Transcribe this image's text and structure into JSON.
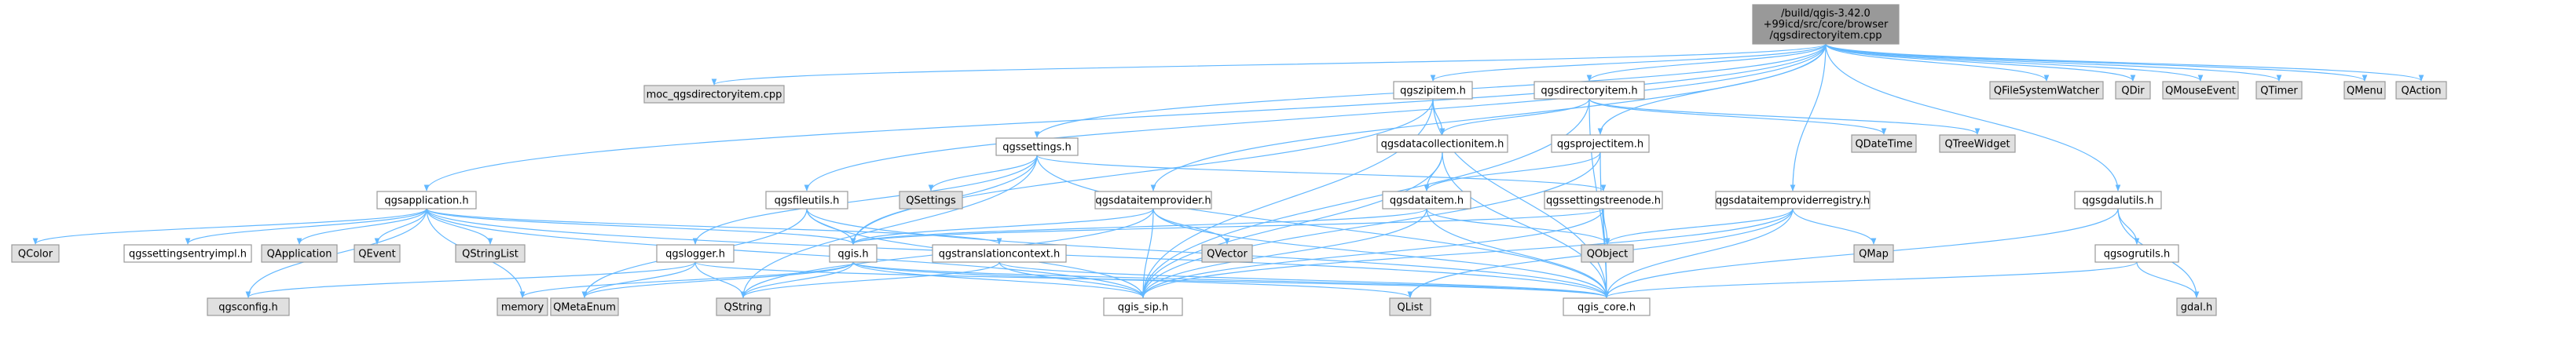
{
  "title_lines": [
    "/build/qgis-3.42.0",
    "+99icd/src/core/browser",
    "/qgsdirectoryitem.cpp"
  ],
  "colors": {
    "root_fill": "#999999",
    "doc_fill": "#ffffff",
    "sys_fill": "#e0e0e0",
    "incomplete_border": "#ff0000",
    "normal_border": "#999999",
    "edge": "#63b8ff"
  },
  "nodes": {
    "root": "/build/qgis-3.42.0 +99icd/src/core/browser /qgsdirectoryitem.cpp",
    "moc": "moc_qgsdirectoryitem.cpp",
    "qgsapplication": "qgsapplication.h",
    "qgsfileutils": "qgsfileutils.h",
    "qgssettings": "qgssettings.h",
    "qgsdataitemprovider": "qgsdataitemprovider.h",
    "qgszipitem": "qgszipitem.h",
    "qgsdatacollectionitem": "qgsdatacollectionitem.h",
    "qgsprojectitem": "qgsprojectitem.h",
    "qgsdirectoryitem": "qgsdirectoryitem.h",
    "qgsdataitemproviderregistry": "qgsdataitemproviderregistry.h",
    "qgsdataitem": "qgsdataitem.h",
    "qgssettingstreenode": "qgssettingstreenode.h",
    "qgsgdalutils": "qgsgdalutils.h",
    "qgsogrutils": "qgsogrutils.h",
    "qgslogger": "qgslogger.h",
    "qgis": "qgis.h",
    "qgstranslationcontext": "qgstranslationcontext.h",
    "qgis_sip": "qgis_sip.h",
    "qgis_core": "qgis_core.h",
    "qgsconfig": "qgsconfig.h",
    "qgssettingsentryimpl": "qgssettingsentryimpl.h",
    "QColor": "QColor",
    "QApplication": "QApplication",
    "QEvent": "QEvent",
    "QStringList": "QStringList",
    "memory": "memory",
    "QMetaEnum": "QMetaEnum",
    "QString": "QString",
    "QSettings": "QSettings",
    "QVector": "QVector",
    "QObject": "QObject",
    "QList": "QList",
    "QMap": "QMap",
    "QDateTime": "QDateTime",
    "QTreeWidget": "QTreeWidget",
    "QFileSystemWatcher": "QFileSystemWatcher",
    "QDir": "QDir",
    "QMouseEvent": "QMouseEvent",
    "QTimer": "QTimer",
    "QMenu": "QMenu",
    "QAction": "QAction",
    "gdal": "gdal.h"
  },
  "node_styles": {
    "root": "root",
    "qgsdataitem": "incomplete",
    "qgslogger": "incomplete",
    "qgis": "incomplete",
    "qgssettingsentryimpl": "incomplete",
    "qgsogrutils": "incomplete",
    "moc": "system",
    "qgsconfig": "system",
    "QColor": "system",
    "QApplication": "system",
    "QEvent": "system",
    "QStringList": "system",
    "memory": "system",
    "QMetaEnum": "system",
    "QString": "system",
    "QSettings": "system",
    "QVector": "system",
    "QObject": "system",
    "QList": "system",
    "QMap": "system",
    "QDateTime": "system",
    "QTreeWidget": "system",
    "QFileSystemWatcher": "system",
    "QDir": "system",
    "QMouseEvent": "system",
    "QTimer": "system",
    "QMenu": "system",
    "QAction": "system",
    "gdal": "system"
  },
  "edges": [
    [
      "root",
      "moc"
    ],
    [
      "root",
      "qgsapplication"
    ],
    [
      "root",
      "qgsfileutils"
    ],
    [
      "root",
      "qgssettings"
    ],
    [
      "root",
      "qgsdataitemprovider"
    ],
    [
      "root",
      "qgszipitem"
    ],
    [
      "root",
      "qgsprojectitem"
    ],
    [
      "root",
      "qgsdirectoryitem"
    ],
    [
      "root",
      "qgsdataitemproviderregistry"
    ],
    [
      "root",
      "qgsgdalutils"
    ],
    [
      "root",
      "QFileSystemWatcher"
    ],
    [
      "root",
      "QDir"
    ],
    [
      "root",
      "QMouseEvent"
    ],
    [
      "root",
      "QTimer"
    ],
    [
      "root",
      "QMenu"
    ],
    [
      "root",
      "QAction"
    ],
    [
      "qgsapplication",
      "QColor"
    ],
    [
      "qgsapplication",
      "qgssettingsentryimpl"
    ],
    [
      "qgsapplication",
      "QApplication"
    ],
    [
      "qgsapplication",
      "QEvent"
    ],
    [
      "qgsapplication",
      "QStringList"
    ],
    [
      "qgsapplication",
      "memory"
    ],
    [
      "qgsapplication",
      "qgsconfig"
    ],
    [
      "qgsapplication",
      "qgis"
    ],
    [
      "qgsapplication",
      "qgis_core"
    ],
    [
      "qgsapplication",
      "qgstranslationcontext"
    ],
    [
      "qgsapplication",
      "qgis_sip"
    ],
    [
      "qgsfileutils",
      "qgis"
    ],
    [
      "qgsfileutils",
      "QMetaEnum"
    ],
    [
      "qgsfileutils",
      "qgis_core"
    ],
    [
      "qgsfileutils",
      "qgis_sip"
    ],
    [
      "qgssettings",
      "QSettings"
    ],
    [
      "qgssettings",
      "qgis"
    ],
    [
      "qgssettings",
      "qgslogger"
    ],
    [
      "qgssettings",
      "qgssettingstreenode"
    ],
    [
      "qgssettings",
      "qgis_core"
    ],
    [
      "qgssettings",
      "QString"
    ],
    [
      "qgsdataitemprovider",
      "qgis"
    ],
    [
      "qgsdataitemprovider",
      "QVector"
    ],
    [
      "qgsdataitemprovider",
      "qgis_sip"
    ],
    [
      "qgsdataitemprovider",
      "qgis_core"
    ],
    [
      "qgsdataitemprovider",
      "QString"
    ],
    [
      "qgszipitem",
      "qgsdatacollectionitem"
    ],
    [
      "qgszipitem",
      "qgis"
    ],
    [
      "qgszipitem",
      "qgis_core"
    ],
    [
      "qgszipitem",
      "qgis_sip"
    ],
    [
      "qgsdatacollectionitem",
      "qgsdataitem"
    ],
    [
      "qgsdatacollectionitem",
      "qgis_core"
    ],
    [
      "qgsdatacollectionitem",
      "qgis_sip"
    ],
    [
      "qgsprojectitem",
      "qgsdataitem"
    ],
    [
      "qgsprojectitem",
      "qgis_core"
    ],
    [
      "qgsprojectitem",
      "qgis_sip"
    ],
    [
      "qgsdirectoryitem",
      "qgsdatacollectionitem"
    ],
    [
      "qgsdirectoryitem",
      "QDateTime"
    ],
    [
      "qgsdirectoryitem",
      "QTreeWidget"
    ],
    [
      "qgsdirectoryitem",
      "qgis_core"
    ],
    [
      "qgsdirectoryitem",
      "qgis_sip"
    ],
    [
      "qgsdataitemproviderregistry",
      "QObject"
    ],
    [
      "qgsdataitemproviderregistry",
      "QMap"
    ],
    [
      "qgsdataitemproviderregistry",
      "qgis_core"
    ],
    [
      "qgsdataitemproviderregistry",
      "qgis_sip"
    ],
    [
      "qgsdataitemproviderregistry",
      "QList"
    ],
    [
      "qgsdataitem",
      "qgis"
    ],
    [
      "qgsdataitem",
      "QObject"
    ],
    [
      "qgsdataitem",
      "qgis_core"
    ],
    [
      "qgsdataitem",
      "qgis_sip"
    ],
    [
      "qgssettingstreenode",
      "QObject"
    ],
    [
      "qgssettingstreenode",
      "qgis_core"
    ],
    [
      "qgssettingstreenode",
      "qgis_sip"
    ],
    [
      "qgssettingstreenode",
      "qgis"
    ],
    [
      "qgsgdalutils",
      "qgsogrutils"
    ],
    [
      "qgsgdalutils",
      "gdal"
    ],
    [
      "qgsgdalutils",
      "qgis_core"
    ],
    [
      "qgsogrutils",
      "gdal"
    ],
    [
      "qgsogrutils",
      "qgis_core"
    ],
    [
      "qgslogger",
      "QString"
    ],
    [
      "qgslogger",
      "qgsconfig"
    ],
    [
      "qgslogger",
      "qgis_core"
    ],
    [
      "qgslogger",
      "QMetaEnum"
    ],
    [
      "qgis",
      "qgis_sip"
    ],
    [
      "qgis",
      "qgis_core"
    ],
    [
      "qgis",
      "QMetaEnum"
    ],
    [
      "qgis",
      "memory"
    ],
    [
      "qgis",
      "QString"
    ],
    [
      "qgis",
      "QList"
    ],
    [
      "qgstranslationcontext",
      "qgis_sip"
    ],
    [
      "qgstranslationcontext",
      "qgis_core"
    ],
    [
      "qgstranslationcontext",
      "QString"
    ]
  ]
}
